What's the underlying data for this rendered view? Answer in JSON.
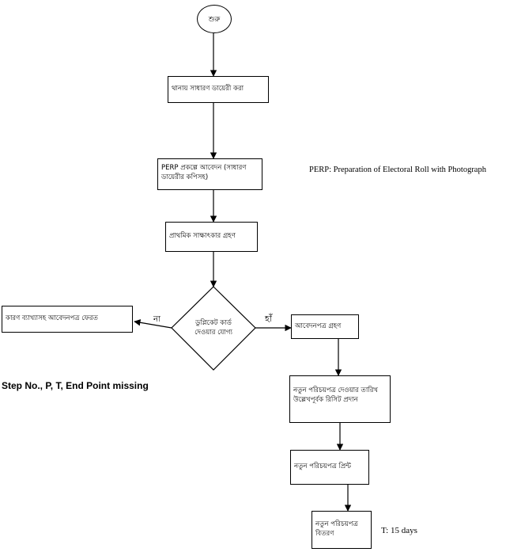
{
  "diagram": {
    "start": "শুরু",
    "step1": "থানায় সাধারণ ডায়েরী করা",
    "step2": "PERP প্রকল্পে আবেদন (সাধারণ ডায়েরীর কপিসহ)",
    "step3": "প্রাথমিক সাক্ষাৎকার গ্রহণ",
    "decision": "ডুপ্লিকেট কার্ড\nদেওয়ার যোগ্য",
    "no_label": "না",
    "yes_label": "হাঁ",
    "no_result": "কারণ ব্যাখ্যাসহ আবেদনপত্র ফেরত",
    "yes_step1": "আবেদনপত্র গ্রহণ",
    "yes_step2": "নতুন পরিচয়পত্র দেওয়ার তারিখ উল্লেখপূর্বক রিসিট প্রদান",
    "yes_step3": "নতুন পরিচয়পত্র প্রিন্ট",
    "yes_step4": "নতুন পরিচয়পত্র বিতরণ",
    "note_perp": "PERP: Preparation of Electoral Roll with Photograph",
    "note_missing": "Step No., P, T, End Point missing",
    "note_time": "T: 15 days"
  }
}
